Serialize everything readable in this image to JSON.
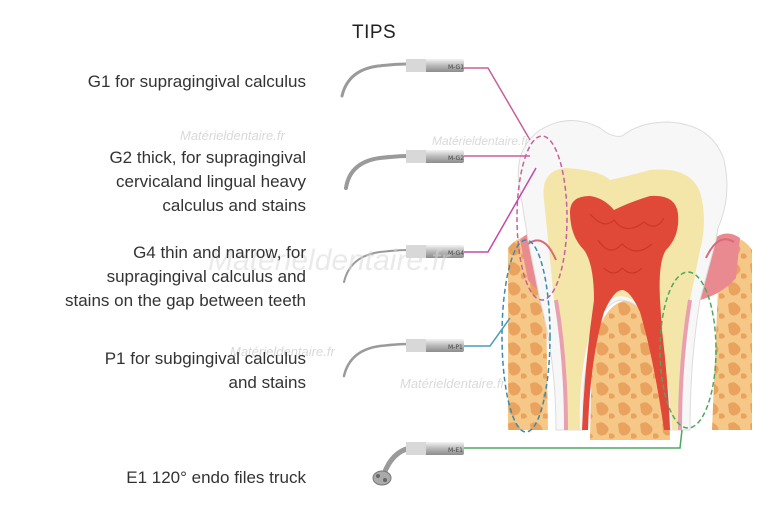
{
  "title": "TIPS",
  "tips": [
    {
      "code": "G1",
      "lines": [
        "G1  for supragingival calculus"
      ]
    },
    {
      "code": "G2",
      "lines": [
        "G2  thick, for supragingival",
        "cervicaland lingual heavy",
        "calculus and stains"
      ]
    },
    {
      "code": "G4",
      "lines": [
        "G4 thin and narrow, for",
        "supragingival calculus and",
        "stains on the gap between teeth"
      ]
    },
    {
      "code": "P1",
      "lines": [
        "P1  for subgingival calculus",
        "and stains"
      ]
    },
    {
      "code": "E1",
      "lines": [
        "E1  120° endo files truck"
      ]
    }
  ],
  "watermark": "Matérieldentaire.fr",
  "colors": {
    "g1_g2": "#c8609a",
    "g4": "#c04aa8",
    "p1": "#4a9ab8",
    "e1": "#4ea860",
    "enamel": "#f7f7f7",
    "dentin": "#f3e6a8",
    "pulp": "#e04838",
    "bone": "#f2c07a",
    "gum": "#e88a90"
  }
}
